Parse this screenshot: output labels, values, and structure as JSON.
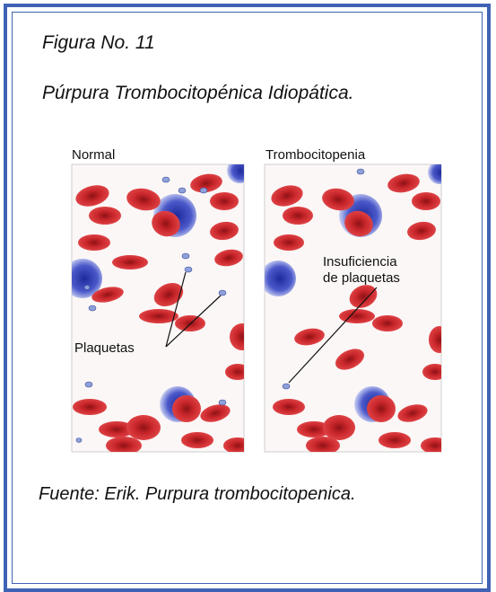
{
  "caption": {
    "figure_number": "Figura  No. 11",
    "title": "Púrpura Trombocitopénica Idiopática.",
    "source": "Fuente: Erik. Purpura trombocitopenica."
  },
  "illustration": {
    "panel_left_title": "Normal",
    "panel_right_title": "Trombocitopenia",
    "label_platelets": "Plaquetas",
    "label_insufficiency_line1": "Insuficiencia",
    "label_insufficiency_line2": "de plaquetas"
  },
  "colors": {
    "frame": "#3f62b4",
    "red_cell": "#c8262a",
    "white_cell": "#4a58c9",
    "platelet": "#8ea0d8"
  }
}
